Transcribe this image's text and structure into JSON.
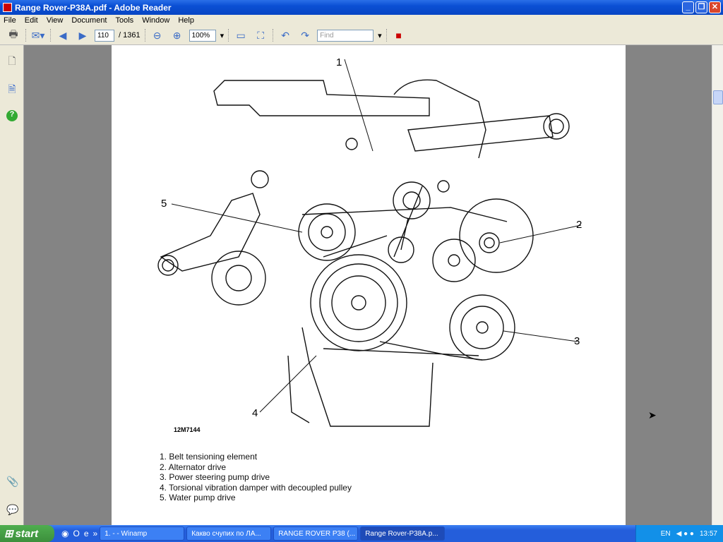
{
  "window": {
    "title": "Range Rover-P38A.pdf - Adobe Reader"
  },
  "menu": [
    "File",
    "Edit",
    "View",
    "Document",
    "Tools",
    "Window",
    "Help"
  ],
  "toolbar": {
    "page_current": "110",
    "page_total": "/ 1361",
    "zoom": "100%",
    "find_placeholder": "Find"
  },
  "figure": {
    "callouts": [
      "1",
      "2",
      "3",
      "4",
      "5"
    ],
    "code": "12M7144"
  },
  "legend": [
    "1.  Belt tensioning element",
    "2.  Alternator drive",
    "3.  Power steering pump drive",
    "4.  Torsional vibration damper with decoupled pulley",
    "5.  Water pump drive"
  ],
  "taskbar": {
    "start": "start",
    "tasks": [
      "1. - - Winamp",
      "Какво счупих по ЛА...",
      "RANGE ROVER P38 (...",
      "Range Rover-P38A.p..."
    ],
    "lang": "EN",
    "clock": "13:57"
  }
}
